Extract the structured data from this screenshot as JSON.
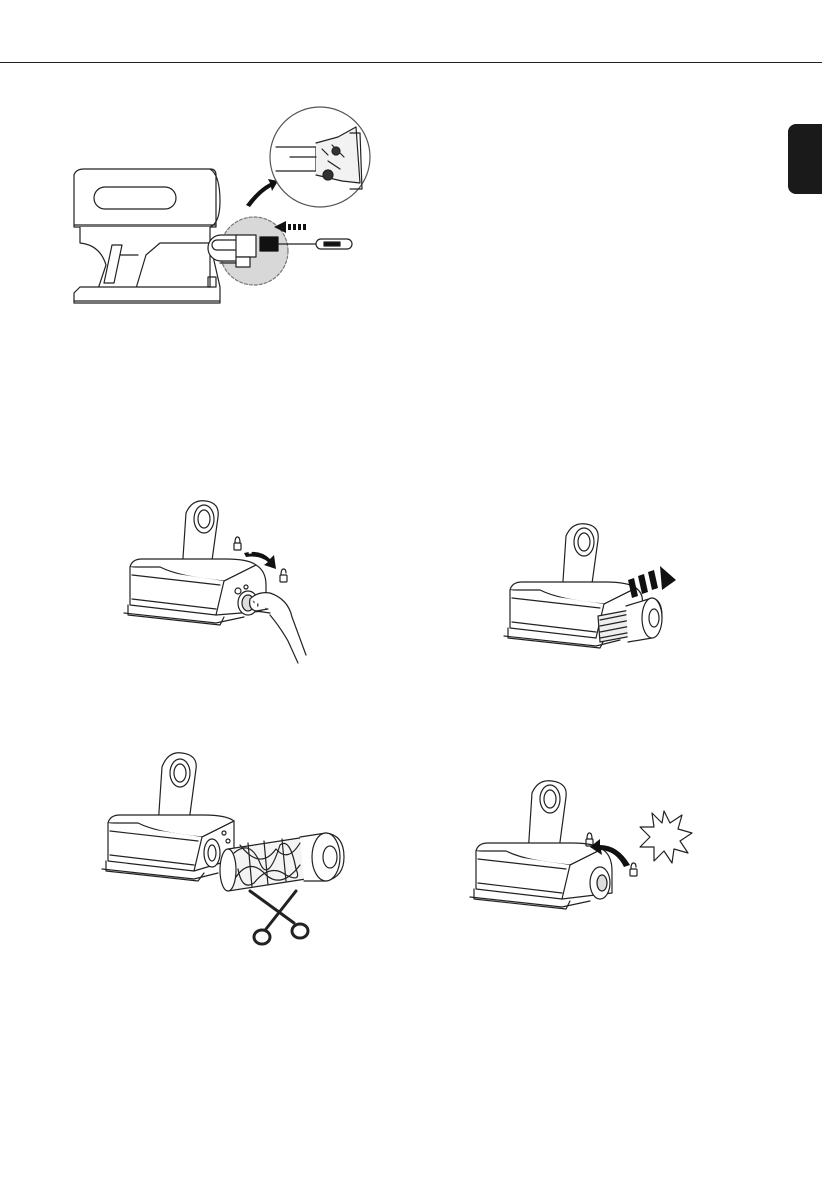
{
  "document": {
    "type": "instruction-manual-page",
    "language_tab_color": "#1a1a1a",
    "line_color": "#222222"
  },
  "figures": [
    {
      "name": "handheld-unit-pin-release",
      "icons": [
        "vacuum-body-icon",
        "magnifier-circle-icon",
        "pin-tool-icon",
        "push-arrow-icon",
        "curved-arrow-icon"
      ]
    },
    {
      "name": "brush-head-unlock",
      "icons": [
        "brush-head-icon",
        "hand-icon",
        "lock-closed-icon",
        "lock-open-icon",
        "rotate-arrow-icon"
      ]
    },
    {
      "name": "brush-roller-pull-out",
      "icons": [
        "brush-head-icon",
        "roller-icon",
        "pull-arrow-icon"
      ]
    },
    {
      "name": "brush-roller-cut-hair",
      "icons": [
        "brush-head-icon",
        "tangled-roller-icon",
        "scissors-icon"
      ]
    },
    {
      "name": "brush-head-lock-click",
      "icons": [
        "brush-head-icon",
        "lock-closed-icon",
        "lock-open-icon",
        "rotate-arrow-icon",
        "click-burst-icon"
      ]
    }
  ]
}
